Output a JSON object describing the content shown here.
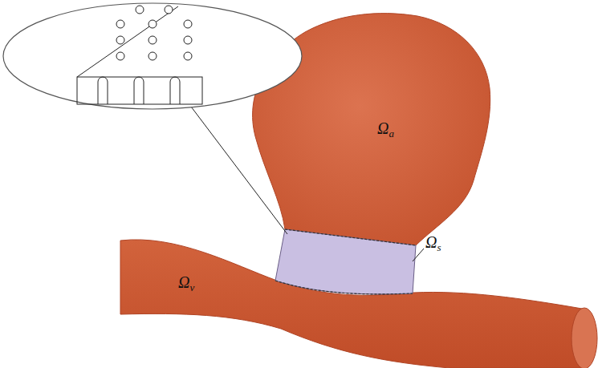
{
  "diagram": {
    "labels": [
      "Ωa",
      "Ωv",
      "Ωs"
    ]
  }
}
